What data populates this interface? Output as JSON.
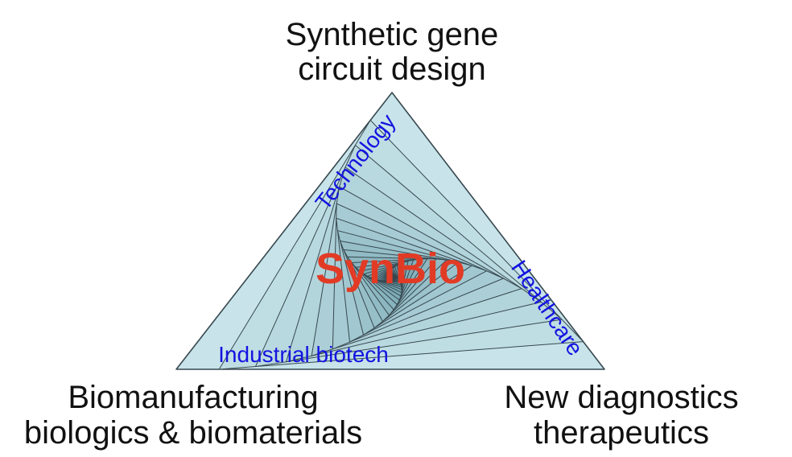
{
  "diagram": {
    "corners": {
      "top": {
        "line1": "Synthetic gene",
        "line2": "circuit design"
      },
      "bottom_left": {
        "line1": "Biomanufacturing",
        "line2": "biologics & biomaterials"
      },
      "bottom_right": {
        "line1": "New diagnostics",
        "line2": "therapeutics"
      }
    },
    "edges": {
      "left": "Technology",
      "right": "Healthcare",
      "bottom": "Industrial biotech"
    },
    "center": "SynBio",
    "colors": {
      "outer_fill": "#c8e4ea",
      "inner_fill": "#2a6f80",
      "stroke": "#37474f",
      "edge_text": "#1414e0",
      "center_text": "#e23b25",
      "corner_text": "#111111"
    }
  }
}
